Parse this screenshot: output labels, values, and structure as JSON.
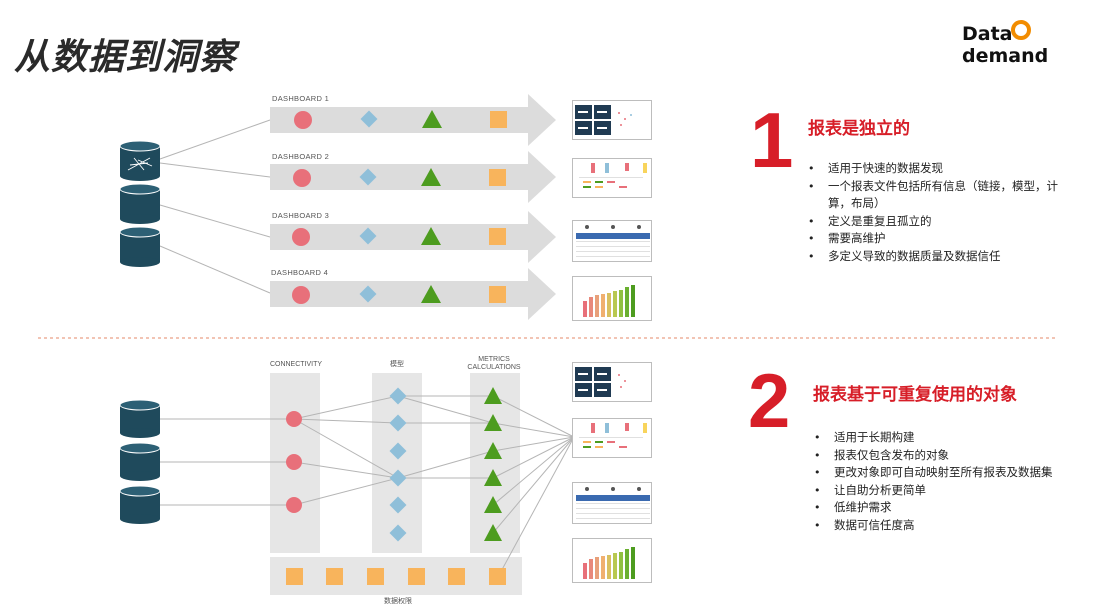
{
  "page": {
    "title": "从数据到洞察"
  },
  "logo": {
    "part1": "Data",
    "part2": "demand"
  },
  "section1": {
    "number": "1",
    "heading": "报表是独立的",
    "dashboards": [
      "DASHBOARD 1",
      "DASHBOARD 2",
      "DASHBOARD 3",
      "DASHBOARD 4"
    ],
    "bullets": [
      "适用于快速的数据发现",
      "一个报表文件包括所有信息（链接，模型，计算，布局）",
      "定义是重复且孤立的",
      "需要高维护",
      "多定义导致的数据质量及数据信任"
    ]
  },
  "section2": {
    "number": "2",
    "heading": "报表基于可重复使用的对象",
    "columns": {
      "connectivity": "CONNECTIVITY",
      "model": "模型",
      "metrics": "METRICS CALCULATIONS",
      "permissions": "数据权限"
    },
    "bullets": [
      "适用于长期构建",
      "报表仅包含发布的对象",
      "更改对象即可自动映射至所有报表及数据集",
      "让自助分析更简单",
      "低维护需求",
      "数据可信任度高"
    ]
  },
  "colors": {
    "accent_red": "#d71e28",
    "circle": "#e8707a",
    "diamond": "#8fbfd9",
    "triangle": "#4d9c1f",
    "square": "#f8b45c",
    "database": "#1f4a5c",
    "arrow": "#d9d9d9"
  },
  "icons": {
    "database": "database-cylinder-icon",
    "circle": "circle-shape-icon",
    "diamond": "diamond-shape-icon",
    "triangle": "triangle-shape-icon",
    "square": "square-shape-icon"
  }
}
